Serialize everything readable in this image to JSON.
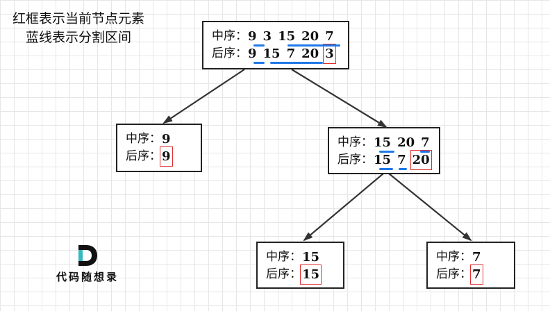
{
  "legend": {
    "line1": "红框表示当前节点元素",
    "line2": "蓝线表示分割区间"
  },
  "labels": {
    "inorder": "中序：",
    "postorder": "后序："
  },
  "nodes": {
    "root": {
      "inorder": [
        "9",
        "3",
        "15",
        "20",
        "7"
      ],
      "postorder": [
        "9",
        "15",
        "7",
        "20",
        "3"
      ]
    },
    "left": {
      "inorder": [
        "9"
      ],
      "postorder": [
        "9"
      ]
    },
    "right": {
      "inorder": [
        "15",
        "20",
        "7"
      ],
      "postorder": [
        "15",
        "7",
        "20"
      ]
    },
    "rl": {
      "inorder": [
        "15"
      ],
      "postorder": [
        "15"
      ]
    },
    "rr": {
      "inorder": [
        "7"
      ],
      "postorder": [
        "7"
      ]
    }
  },
  "colors": {
    "split_line": "#1e78e8",
    "current_box": "#e03030",
    "border": "#222222"
  },
  "logo": {
    "letter": "D",
    "text": "代码随想录"
  }
}
